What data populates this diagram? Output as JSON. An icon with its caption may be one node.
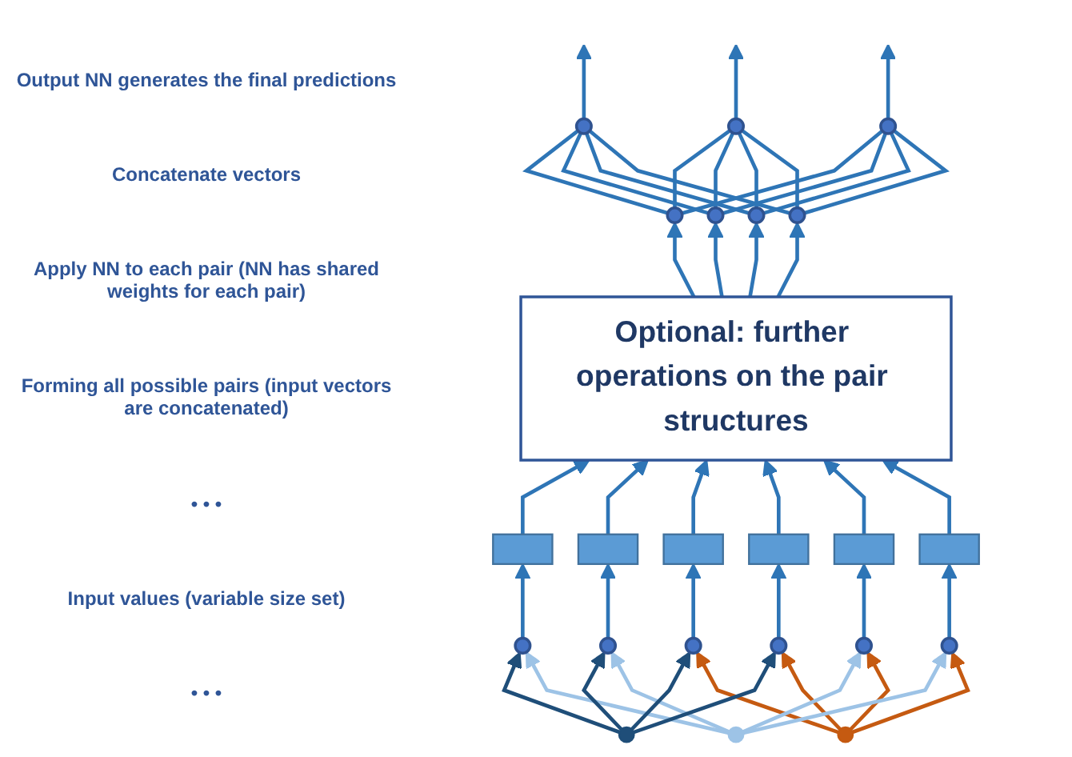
{
  "diagram": {
    "nodes": [
      {
        "text": [],
        "shape": "circle"
      },
      {
        "text": [],
        "shape": "circle"
      },
      {
        "text": [],
        "shape": "circle"
      },
      {
        "text": [],
        "shape": "circle"
      },
      {
        "text": [],
        "shape": "circle"
      },
      {
        "text": [],
        "shape": "circle"
      },
      {
        "text": [],
        "shape": "circle"
      },
      {
        "text": [
          "Optional: further operations on the pair structures"
        ]
      },
      {
        "text": [],
        "shape": "box"
      },
      {
        "text": [],
        "shape": "box"
      },
      {
        "text": [],
        "shape": "box"
      },
      {
        "text": [],
        "shape": "box"
      },
      {
        "text": [],
        "shape": "box"
      },
      {
        "text": [],
        "shape": "box"
      },
      {
        "text": [],
        "shape": "circle"
      },
      {
        "text": [],
        "shape": "circle"
      },
      {
        "text": [],
        "shape": "circle"
      },
      {
        "text": [],
        "shape": "circle"
      },
      {
        "text": [],
        "shape": "circle"
      },
      {
        "text": [],
        "shape": "circle"
      },
      {
        "text": [],
        "shape": "circle"
      },
      {
        "text": [],
        "shape": "circle"
      },
      {
        "text": [],
        "shape": "circle"
      }
    ],
    "edges": [
      {
        "from": 0,
        "to": null,
        "arrow": "to"
      },
      {
        "from": 1,
        "to": null,
        "arrow": "to"
      },
      {
        "from": 2,
        "to": null,
        "arrow": "to"
      },
      {
        "from": 3,
        "to": 0,
        "arrow": "none"
      },
      {
        "from": 3,
        "to": 1,
        "arrow": "none"
      },
      {
        "from": 3,
        "to": 2,
        "arrow": "none"
      },
      {
        "from": 4,
        "to": 0,
        "arrow": "none"
      },
      {
        "from": 4,
        "to": 1,
        "arrow": "none"
      },
      {
        "from": 4,
        "to": 2,
        "arrow": "none"
      },
      {
        "from": 5,
        "to": 0,
        "arrow": "none"
      },
      {
        "from": 5,
        "to": 1,
        "arrow": "none"
      },
      {
        "from": 5,
        "to": 2,
        "arrow": "none"
      },
      {
        "from": 6,
        "to": 0,
        "arrow": "none"
      },
      {
        "from": 6,
        "to": 1,
        "arrow": "none"
      },
      {
        "from": 6,
        "to": 2,
        "arrow": "none"
      },
      {
        "from": 7,
        "to": 3,
        "arrow": "to"
      },
      {
        "from": 7,
        "to": 4,
        "arrow": "to"
      },
      {
        "from": 7,
        "to": 5,
        "arrow": "to"
      },
      {
        "from": 7,
        "to": 6,
        "arrow": "to"
      },
      {
        "from": 8,
        "to": 7,
        "arrow": "to"
      },
      {
        "from": 9,
        "to": 7,
        "arrow": "to"
      },
      {
        "from": 10,
        "to": 7,
        "arrow": "to"
      },
      {
        "from": 11,
        "to": 7,
        "arrow": "to"
      },
      {
        "from": 12,
        "to": 7,
        "arrow": "to"
      },
      {
        "from": 13,
        "to": 7,
        "arrow": "to"
      },
      {
        "from": 14,
        "to": 8,
        "arrow": "to"
      },
      {
        "from": 15,
        "to": 9,
        "arrow": "to"
      },
      {
        "from": 16,
        "to": 10,
        "arrow": "to"
      },
      {
        "from": 17,
        "to": 11,
        "arrow": "to"
      },
      {
        "from": 18,
        "to": 12,
        "arrow": "to"
      },
      {
        "from": 19,
        "to": 13,
        "arrow": "to"
      },
      {
        "from": 20,
        "to": 14,
        "arrow": "to",
        "color": "#1f4e79"
      },
      {
        "from": 21,
        "to": 14,
        "arrow": "to",
        "color": "#9dc3e6"
      },
      {
        "from": 20,
        "to": 15,
        "arrow": "to",
        "color": "#1f4e79"
      },
      {
        "from": 21,
        "to": 15,
        "arrow": "to",
        "color": "#9dc3e6"
      },
      {
        "from": 20,
        "to": 16,
        "arrow": "to",
        "color": "#1f4e79"
      },
      {
        "from": 22,
        "to": 16,
        "arrow": "to",
        "color": "#c55a11"
      },
      {
        "from": 20,
        "to": 17,
        "arrow": "to",
        "color": "#1f4e79"
      },
      {
        "from": 22,
        "to": 17,
        "arrow": "to",
        "color": "#c55a11"
      },
      {
        "from": 21,
        "to": 18,
        "arrow": "to",
        "color": "#9dc3e6"
      },
      {
        "from": 22,
        "to": 18,
        "arrow": "to",
        "color": "#c55a11"
      },
      {
        "from": 21,
        "to": 19,
        "arrow": "to",
        "color": "#9dc3e6"
      },
      {
        "from": 22,
        "to": 19,
        "arrow": "to",
        "color": "#c55a11"
      }
    ],
    "labels": [
      "Output NN generates the final predictions",
      "Concatenate vectors",
      "Apply NN to each pair (NN has shared weights for each pair)",
      "Forming all possible pairs (input vectors are concatenated)",
      "• • •",
      "Input values (variable size set)",
      "• • •"
    ]
  }
}
